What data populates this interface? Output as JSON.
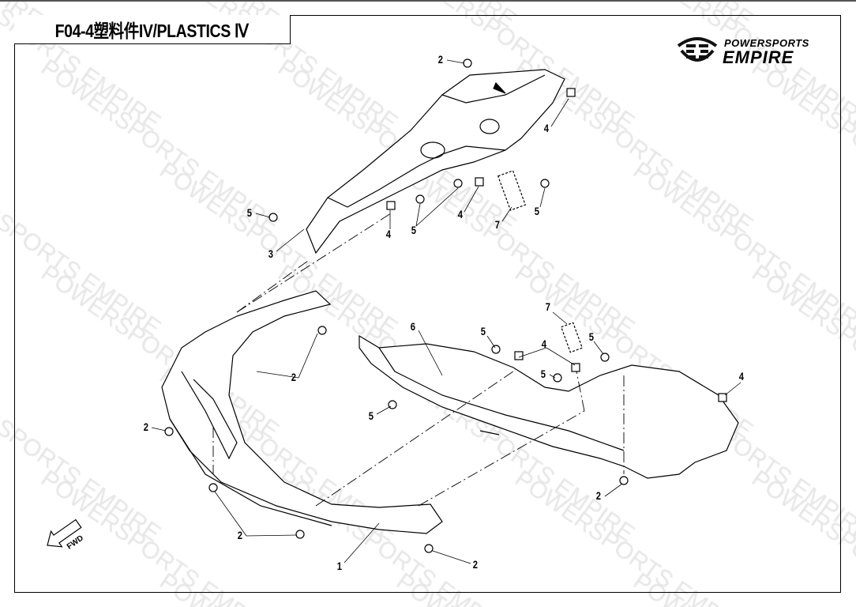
{
  "title": "F04-4塑料件IV/PLASTICS Ⅳ",
  "logo": {
    "line1": "POWERSPORTS",
    "line2": "EMPIRE"
  },
  "watermark": "POWERSPORTS EMPIRE",
  "fwd_label": "FWD",
  "callouts": [
    "2",
    "4",
    "5",
    "3",
    "4",
    "5",
    "4",
    "7",
    "5",
    "7",
    "6",
    "5",
    "4",
    "5",
    "5",
    "4",
    "2",
    "2",
    "5",
    "2",
    "2",
    "1",
    "2"
  ]
}
